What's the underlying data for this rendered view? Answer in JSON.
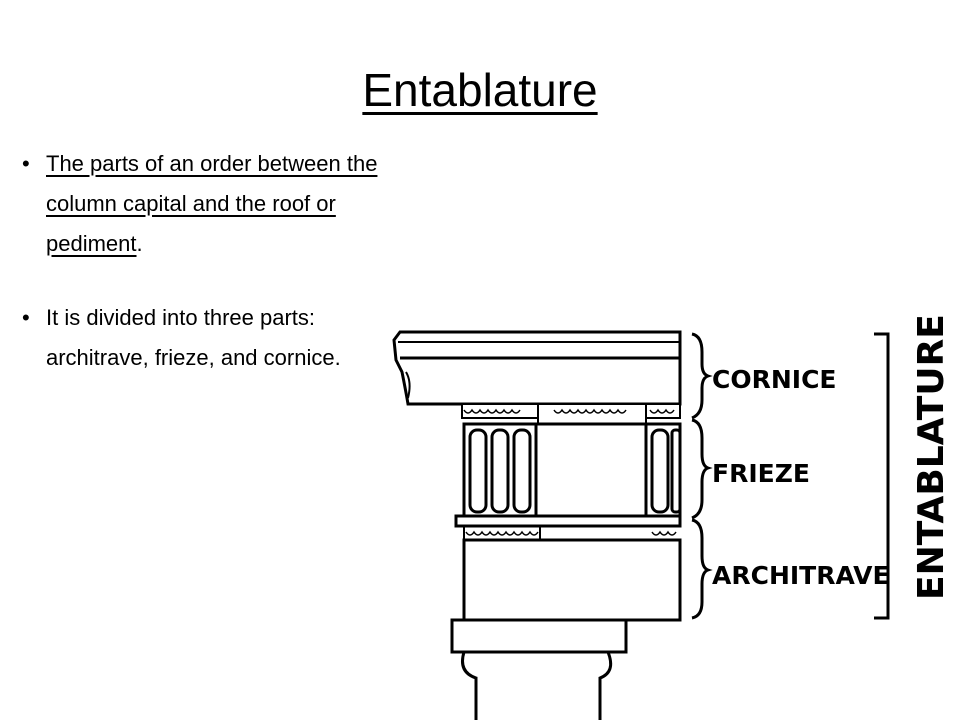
{
  "slide": {
    "title": "Entablature",
    "bullets": [
      {
        "marker": "•",
        "underlined_text": "The parts of an order between the column capital and the roof or pediment",
        "trailing_text": "."
      },
      {
        "marker": "•",
        "text": "It is divided into three parts: architrave, frieze, and cornice."
      }
    ]
  },
  "diagram": {
    "labels": {
      "cornice": "CORNICE",
      "frieze": "FRIEZE",
      "architrave": "ARCHITRAVE",
      "entablature": "ENTABLATURE"
    }
  }
}
